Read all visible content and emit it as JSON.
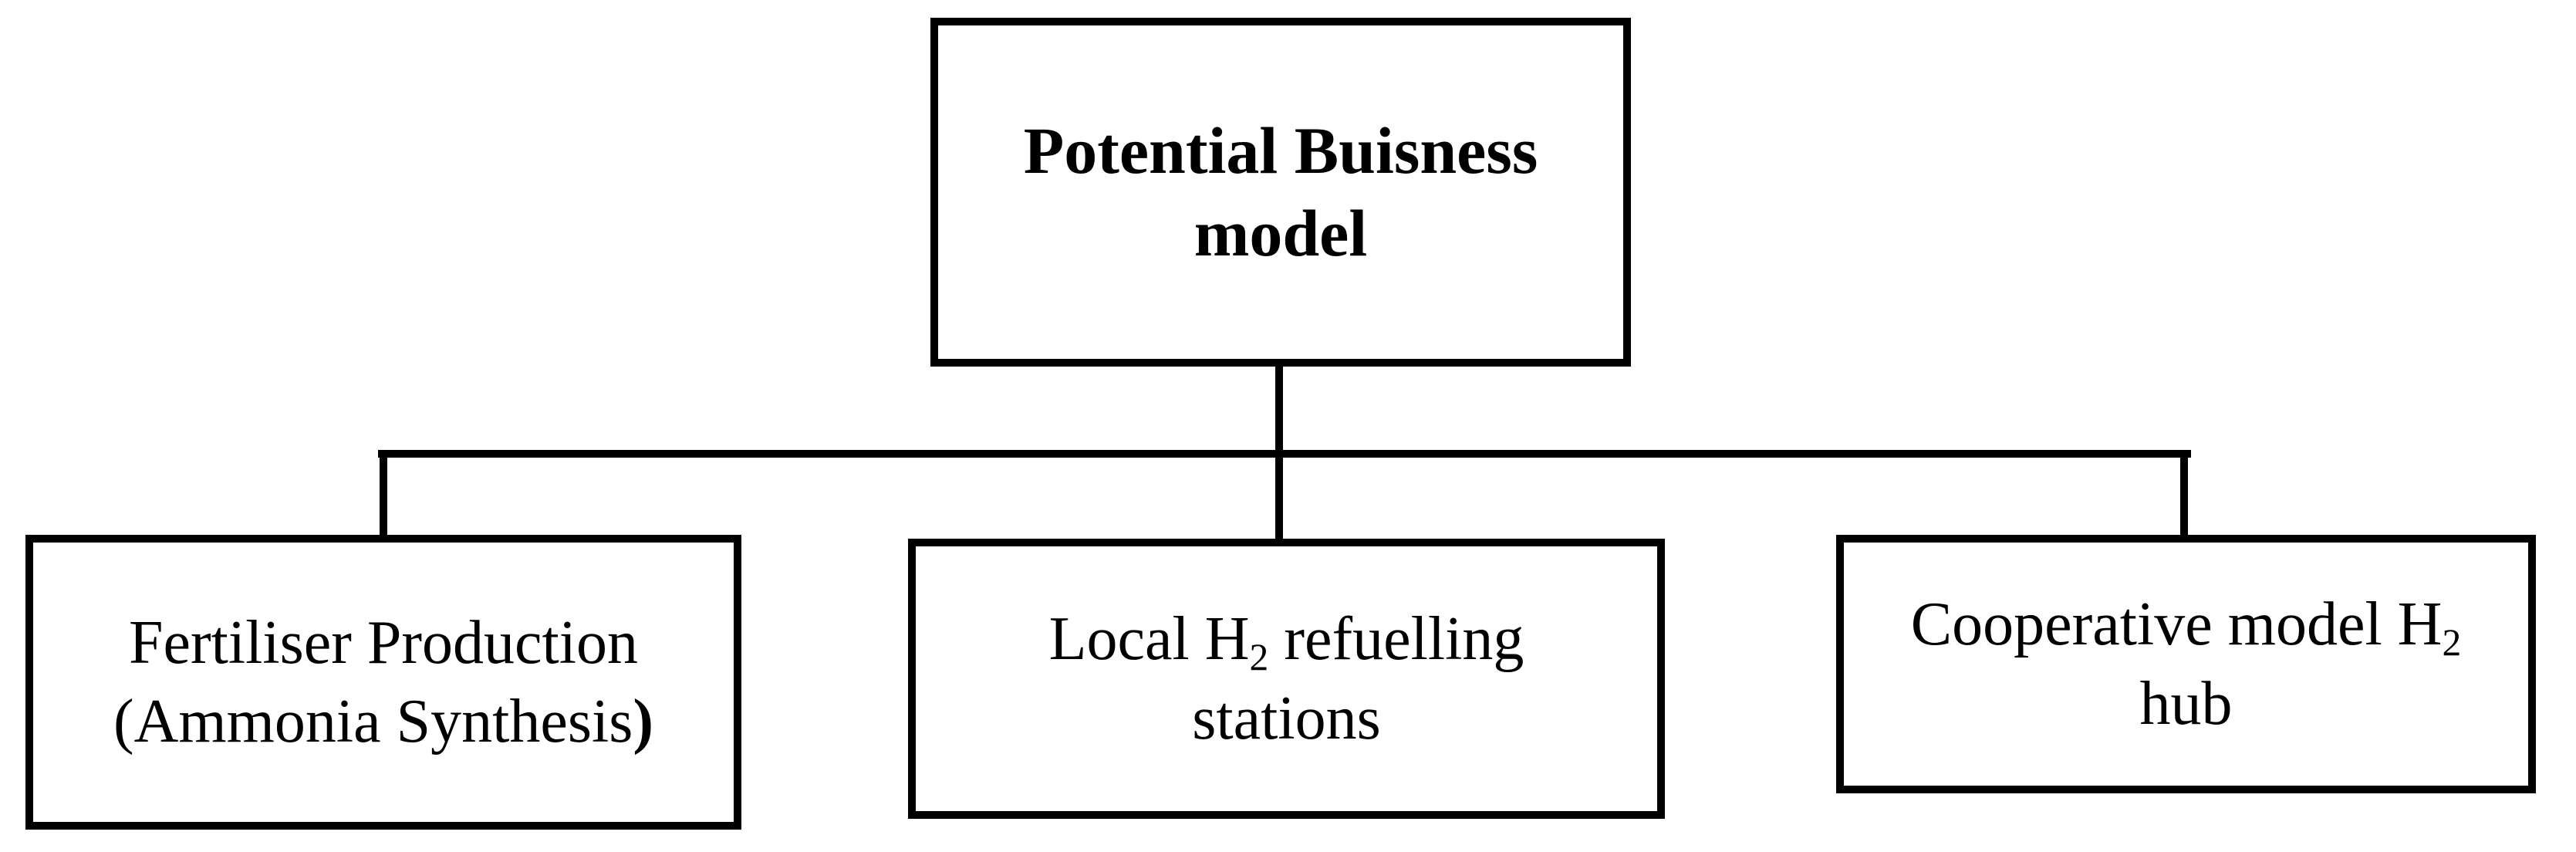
{
  "colors": {
    "ink": "#000000",
    "paper": "#ffffff"
  },
  "diagram": {
    "type": "hierarchy-flowchart",
    "root_box": {
      "line1": "Potential Buisness",
      "line2": "model"
    },
    "child_boxes": [
      {
        "line1": "Fertiliser Production",
        "line2": "(Ammonia Synthesis",
        "line2_bold": ")"
      },
      {
        "line1_prefix": "Local H",
        "line1_sub": "2",
        "line1_suffix": " refuelling",
        "line2": "stations"
      },
      {
        "line1_prefix": "Cooperative model H",
        "line1_sub": "2",
        "line2": "hub"
      }
    ]
  }
}
